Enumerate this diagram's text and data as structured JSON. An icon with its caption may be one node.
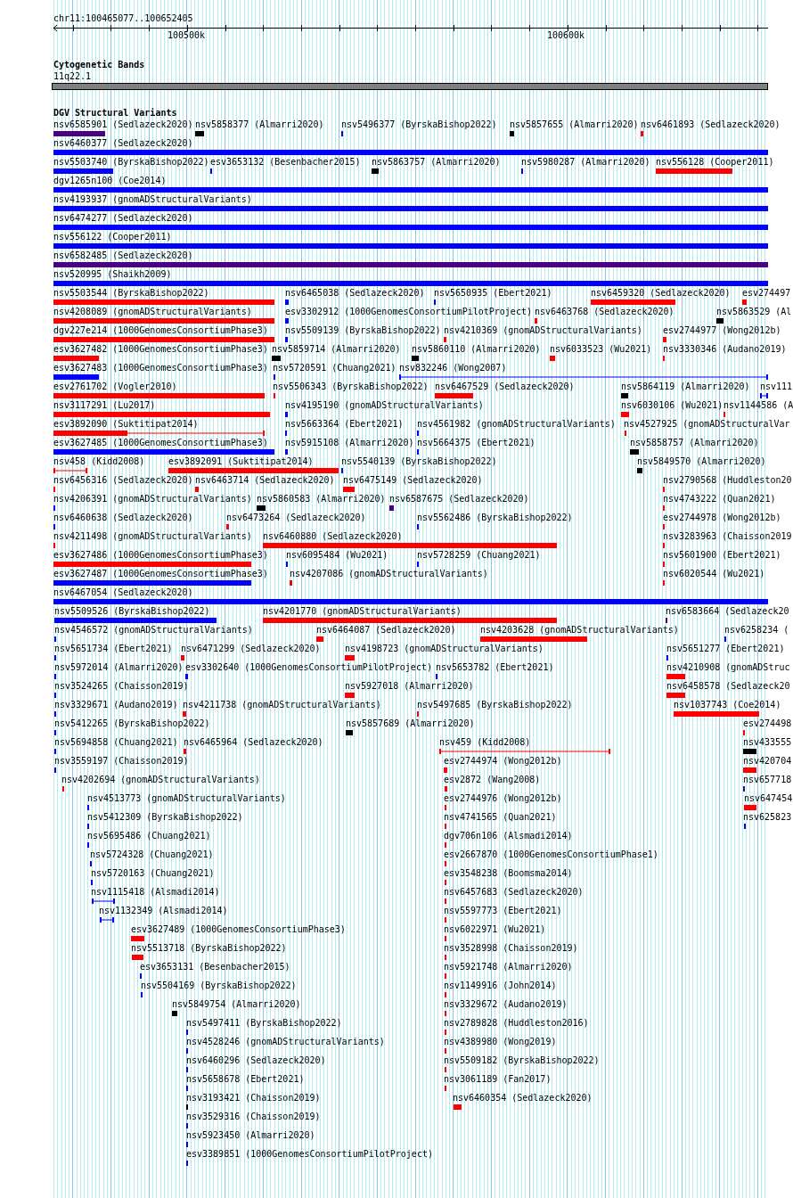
{
  "diagram": {
    "labels": [
      "chr11:100465077..100652405",
      "100500k",
      "100600k",
      "Cytogenetic Bands",
      "11q22.1",
      "DGV Structural Variants",
      "nsv6585901 (Sedlazeck2020)",
      "nsv5858377 (Almarri2020)",
      "nsv5496377 (ByrskaBishop2022)",
      "nsv5857655 (Almarri2020)",
      "nsv6461893 (Sedlazeck2020)",
      "nsv6460377 (Sedlazeck2020)",
      "nsv5503740 (ByrskaBishop2022)",
      "esv3653132 (Besenbacher2015)",
      "nsv5863757 (Almarri2020)",
      "nsv5980287 (Almarri2020)",
      "nsv556128 (Cooper2011)",
      "dgv1265n100 (Coe2014)",
      "nsv4193937 (gnomADStructuralVariants)",
      "nsv6474277 (Sedlazeck2020)",
      "nsv556122 (Cooper2011)",
      "nsv6582485 (Sedlazeck2020)",
      "nsv520995 (Shaikh2009)",
      "nsv5503544 (ByrskaBishop2022)",
      "nsv6465038 (Sedlazeck2020)",
      "nsv5650935 (Ebert2021)",
      "nsv6459320 (Sedlazeck2020)",
      "esv274497",
      "nsv4208089 (gnomADStructuralVariants)",
      "esv3302912 (1000GenomesConsortiumPilotProject)",
      "nsv6463768 (Sedlazeck2020)",
      "nsv5863529 (Al",
      "dgv227e214 (1000GenomesConsortiumPhase3)",
      "nsv5509139 (ByrskaBishop2022)",
      "nsv4210369 (gnomADStructuralVariants)",
      "esv2744977 (Wong2012b)",
      "esv3627482 (1000GenomesConsortiumPhase3)",
      "nsv5859714 (Almarri2020)",
      "nsv5860110 (Almarri2020)",
      "nsv6033523 (Wu2021)",
      "nsv3330346 (Audano2019)",
      "esv3627483 (1000GenomesConsortiumPhase3)",
      "nsv5720591 (Chuang2021)",
      "nsv832246 (Wong2007)",
      "esv2761702 (Vogler2010)",
      "nsv5506343 (ByrskaBishop2022)",
      "nsv6467529 (Sedlazeck2020)",
      "nsv5864119 (Almarri2020)",
      "nsv111",
      "nsv3117291 (Lu2017)",
      "nsv4195190 (gnomADStructuralVariants)",
      "nsv6030106 (Wu2021)",
      "nsv1144586 (A",
      "esv3892090 (Suktitipat2014)",
      "nsv5663364 (Ebert2021)",
      "nsv4561982 (gnomADStructuralVariants)",
      "nsv4527925 (gnomADStructuralVar",
      "esv3627485 (1000GenomesConsortiumPhase3)",
      "nsv5915108 (Almarri2020)",
      "nsv5664375 (Ebert2021)",
      "nsv5858757 (Almarri2020)",
      "nsv458 (Kidd2008)",
      "esv3892091 (Suktitipat2014)",
      "nsv5540139 (ByrskaBishop2022)",
      "nsv5849570 (Almarri2020)",
      "nsv6456316 (Sedlazeck2020)",
      "nsv6463714 (Sedlazeck2020)",
      "nsv6475149 (Sedlazeck2020)",
      "nsv2790568 (Huddleston20",
      "nsv4206391 (gnomADStructuralVariants)",
      "nsv5860583 (Almarri2020)",
      "nsv6587675 (Sedlazeck2020)",
      "nsv4743222 (Quan2021)",
      "nsv6460638 (Sedlazeck2020)",
      "nsv6473264 (Sedlazeck2020)",
      "nsv5562486 (ByrskaBishop2022)",
      "esv2744978 (Wong2012b)",
      "nsv4211498 (gnomADStructuralVariants)",
      "nsv6460880 (Sedlazeck2020)",
      "nsv3283963 (Chaisson2019",
      "esv3627486 (1000GenomesConsortiumPhase3)",
      "nsv6095484 (Wu2021)",
      "nsv5728259 (Chuang2021)",
      "nsv5601900 (Ebert2021)",
      "esv3627487 (1000GenomesConsortiumPhase3)",
      "nsv4207086 (gnomADStructuralVariants)",
      "nsv6020544 (Wu2021)",
      "nsv6467054 (Sedlazeck2020)",
      "nsv5509526 (ByrskaBishop2022)",
      "nsv4201770 (gnomADStructuralVariants)",
      "nsv6583664 (Sedlazeck20",
      "nsv4546572 (gnomADStructuralVariants)",
      "nsv6464087 (Sedlazeck2020)",
      "nsv4203628 (gnomADStructuralVariants)",
      "nsv6258234 (",
      "nsv5651734 (Ebert2021)",
      "nsv6471299 (Sedlazeck2020)",
      "nsv4198723 (gnomADStructuralVariants)",
      "nsv5651277 (Ebert2021)",
      "nsv5972014 (Almarri2020)",
      "esv3302640 (1000GenomesConsortiumPilotProject)",
      "nsv5653782 (Ebert2021)",
      "nsv4210908 (gnomADStruc",
      "nsv3524265 (Chaisson2019)",
      "nsv5927018 (Almarri2020)",
      "nsv6458578 (Sedlazeck20",
      "nsv3329671 (Audano2019)",
      "nsv4211738 (gnomADStructuralVariants)",
      "nsv5497685 (ByrskaBishop2022)",
      "nsv1037743 (Coe2014)",
      "nsv5412265 (ByrskaBishop2022)",
      "nsv5857689 (Almarri2020)",
      "esv274498",
      "nsv5694858 (Chuang2021)",
      "nsv6465964 (Sedlazeck2020)",
      "nsv459 (Kidd2008)",
      "nsv433555",
      "nsv3559197 (Chaisson2019)",
      "esv2744974 (Wong2012b)",
      "nsv420704",
      "nsv4202694 (gnomADStructuralVariants)",
      "esv2872 (Wang2008)",
      "nsv657718",
      "nsv4513773 (gnomADStructuralVariants)",
      "esv2744976 (Wong2012b)",
      "nsv647454",
      "nsv5412309 (ByrskaBishop2022)",
      "nsv4741565 (Quan2021)",
      "nsv625823",
      "nsv5695486 (Chuang2021)",
      "dgv706n106 (Alsmadi2014)",
      "nsv5724328 (Chuang2021)",
      "esv2667870 (1000GenomesConsortiumPhase1)",
      "nsv5720163 (Chuang2021)",
      "esv3548238 (Boomsma2014)",
      "nsv1115418 (Alsmadi2014)",
      "nsv6457683 (Sedlazeck2020)",
      "nsv1132349 (Alsmadi2014)",
      "nsv5597773 (Ebert2021)",
      "esv3627489 (1000GenomesConsortiumPhase3)",
      "nsv6022971 (Wu2021)",
      "nsv5513718 (ByrskaBishop2022)",
      "nsv3528998 (Chaisson2019)",
      "esv3653131 (Besenbacher2015)",
      "nsv5921748 (Almarri2020)",
      "nsv5504169 (ByrskaBishop2022)",
      "nsv1149916 (John2014)",
      "nsv5849754 (Almarri2020)",
      "nsv3329672 (Audano2019)",
      "nsv5497411 (ByrskaBishop2022)",
      "nsv2789828 (Huddleston2016)",
      "nsv4528246 (gnomADStructuralVariants)",
      "nsv4389980 (Wong2019)",
      "nsv6460296 (Sedlazeck2020)",
      "nsv5509182 (ByrskaBishop2022)",
      "nsv5658678 (Ebert2021)",
      "nsv3061189 (Fan2017)",
      "nsv3193421 (Chaisson2019)",
      "nsv6460354 (Sedlazeck2020)",
      "nsv3529316 (Chaisson2019)",
      "nsv5923450 (Almarri2020)",
      "esv3389851 (1000GenomesConsortiumPilotProject)"
    ]
  }
}
